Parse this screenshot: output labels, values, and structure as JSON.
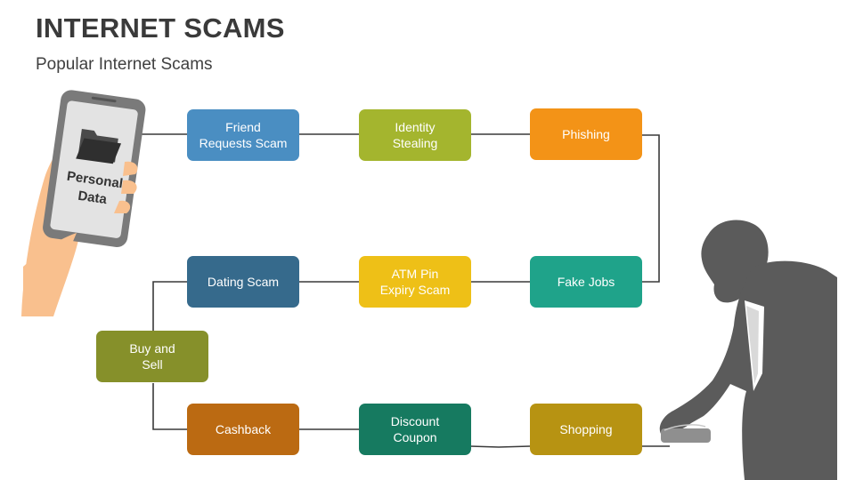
{
  "header": {
    "title": "INTERNET SCAMS",
    "subtitle": "Popular Internet Scams"
  },
  "phone": {
    "label": "Personal\nData",
    "icon": "folder-icon"
  },
  "steps": [
    {
      "id": "friend",
      "label": "Friend\nRequests Scam",
      "color": "#4a8ec2"
    },
    {
      "id": "identity",
      "label": "Identity\nStealing",
      "color": "#a4b52e"
    },
    {
      "id": "phishing",
      "label": "Phishing",
      "color": "#f39317"
    },
    {
      "id": "fakejobs",
      "label": "Fake Jobs",
      "color": "#1fa38a"
    },
    {
      "id": "atm",
      "label": "ATM Pin\nExpiry Scam",
      "color": "#eec017"
    },
    {
      "id": "dating",
      "label": "Dating Scam",
      "color": "#366a8c"
    },
    {
      "id": "buysell",
      "label": "Buy and\nSell",
      "color": "#86902a"
    },
    {
      "id": "cashback",
      "label": "Cashback",
      "color": "#bb6a12"
    },
    {
      "id": "discount",
      "label": "Discount\nCoupon",
      "color": "#167a60"
    },
    {
      "id": "shopping",
      "label": "Shopping",
      "color": "#b79312"
    }
  ],
  "figure": {
    "icon": "hacker-silhouette-icon"
  }
}
